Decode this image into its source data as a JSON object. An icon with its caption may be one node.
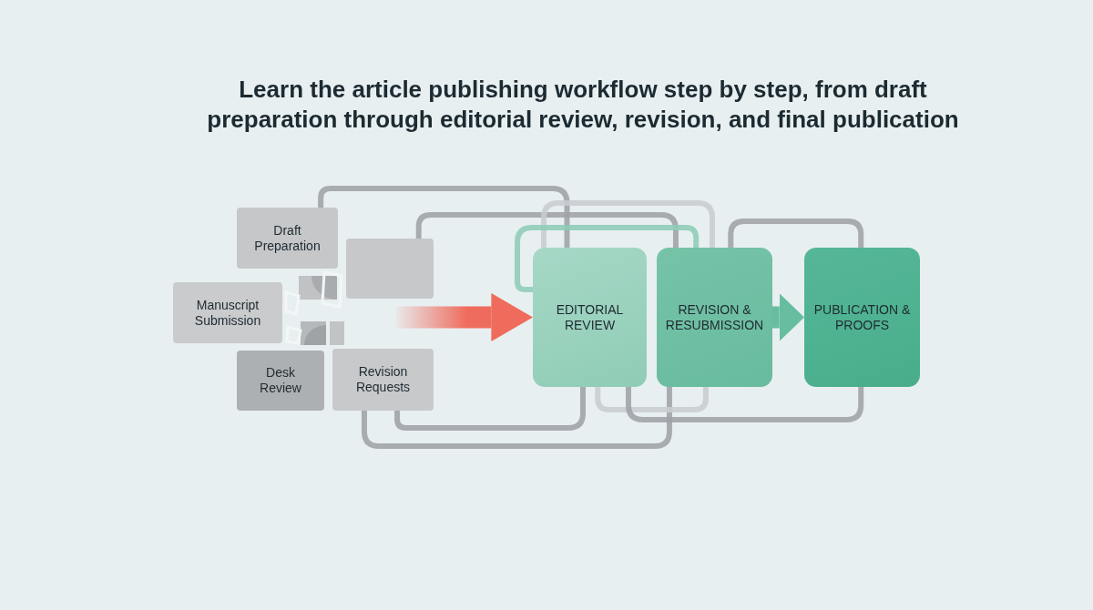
{
  "diagram": {
    "title": "Learn the article publishing workflow step by step, from draft preparation through editorial review, revision, and final publication",
    "nodes": [
      {
        "text": [
          "Draft Preparation"
        ]
      },
      {
        "text": [],
        "shape": "box"
      },
      {
        "text": [
          "Manuscript Submission"
        ]
      },
      {
        "text": [
          "Desk Review"
        ]
      },
      {
        "text": [
          "Revision Requests"
        ]
      },
      {
        "text": [
          "EDITORIAL REVIEW"
        ]
      },
      {
        "text": [
          "REVISION & RESUBMISSION"
        ]
      },
      {
        "text": [
          "PUBLICATION & PROOFS"
        ]
      }
    ],
    "edges": [
      {
        "from": null,
        "to": 5,
        "arrow": "to",
        "style": "thick",
        "color": "#ef6b5c"
      },
      {
        "from": 0,
        "to": 5,
        "arrow": "none"
      },
      {
        "from": 1,
        "to": 6,
        "arrow": "none"
      },
      {
        "from": 5,
        "to": 6,
        "arrow": "none",
        "color": "#c8cdd0"
      },
      {
        "from": 5,
        "to": 6,
        "arrow": "none",
        "color": "#8dcdb6"
      },
      {
        "from": 7,
        "to": 6,
        "arrow": "none"
      },
      {
        "from": 6,
        "to": 7,
        "arrow": "to",
        "style": "thick",
        "color": "#66bd9f"
      },
      {
        "from": 4,
        "to": 6,
        "arrow": "none"
      },
      {
        "from": 4,
        "to": 5,
        "arrow": "none"
      },
      {
        "from": 5,
        "to": 6,
        "arrow": "none",
        "color": "#c8cdd0"
      },
      {
        "from": 7,
        "to": 5,
        "arrow": "none"
      }
    ]
  }
}
